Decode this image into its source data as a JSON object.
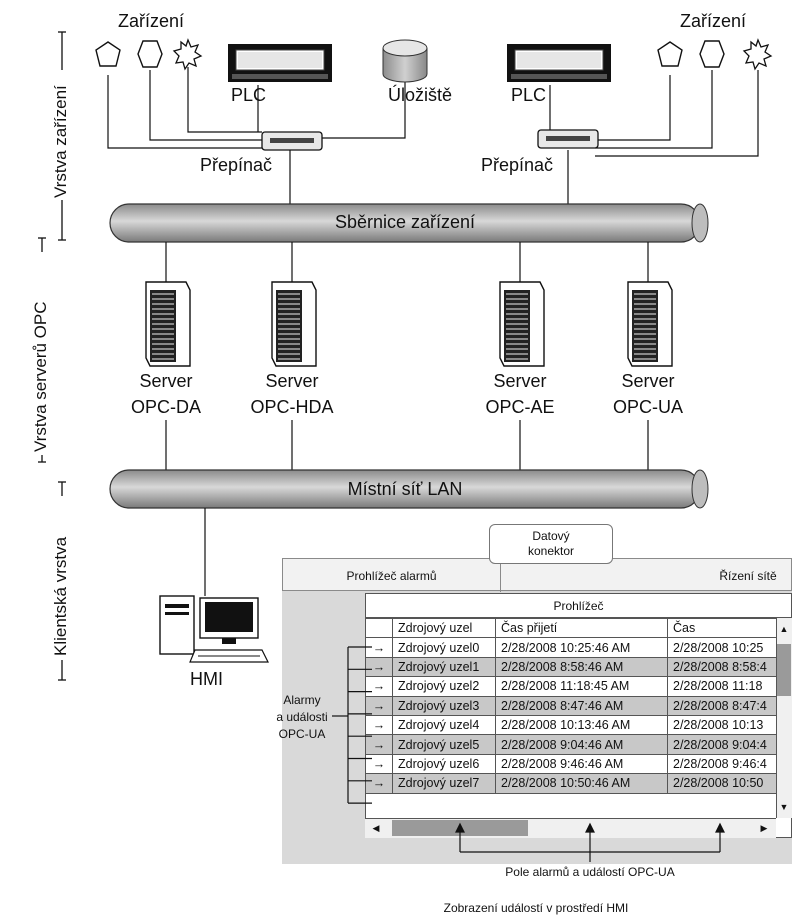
{
  "device_labels": {
    "zarizeni_left": "Zařízení",
    "zarizeni_right": "Zařízení",
    "plc_left": "PLC",
    "plc_right": "PLC",
    "storage": "Úložiště",
    "switch_left": "Přepínač",
    "switch_right": "Přepínač"
  },
  "buses": {
    "device_bus": "Sběrnice zařízení",
    "lan": "Místní síť LAN"
  },
  "servers": [
    {
      "line1": "Server",
      "line2": "OPC-DA"
    },
    {
      "line1": "Server",
      "line2": "OPC-HDA"
    },
    {
      "line1": "Server",
      "line2": "OPC-AE"
    },
    {
      "line1": "Server",
      "line2": "OPC-UA"
    }
  ],
  "layers": {
    "device_layer": "Vrstva zařízení",
    "server_layer": "Vrstva serverů OPC",
    "client_layer": "Klientská vrstva"
  },
  "client": {
    "hmi": "HMI"
  },
  "hmi_window": {
    "connector_line1": "Datový",
    "connector_line2": "konektor",
    "tab_alarms": "Prohlížeč alarmů",
    "tab_network": "Řízení sítě",
    "browser_title": "Prohlížeč",
    "columns": [
      "Zdrojový uzel",
      "Čas přijetí",
      "Čas"
    ],
    "rows": [
      [
        "Zdrojový uzel0",
        "2/28/2008 10:25:46 AM",
        "2/28/2008 10:25"
      ],
      [
        "Zdrojový uzel1",
        "2/28/2008 8:58:46 AM",
        "2/28/2008 8:58:4"
      ],
      [
        "Zdrojový uzel2",
        "2/28/2008 11:18:45 AM",
        "2/28/2008 11:18"
      ],
      [
        "Zdrojový uzel3",
        "2/28/2008 8:47:46 AM",
        "2/28/2008 8:47:4"
      ],
      [
        "Zdrojový uzel4",
        "2/28/2008 10:13:46 AM",
        "2/28/2008 10:13"
      ],
      [
        "Zdrojový uzel5",
        "2/28/2008 9:04:46 AM",
        "2/28/2008 9:04:4"
      ],
      [
        "Zdrojový uzel6",
        "2/28/2008 9:46:46 AM",
        "2/28/2008 9:46:4"
      ],
      [
        "Zdrojový uzel7",
        "2/28/2008 10:50:46 AM",
        "2/28/2008 10:50"
      ]
    ],
    "alarms_label_line1": "Alarmy",
    "alarms_label_line2": "a události",
    "alarms_label_line3": "OPC-UA",
    "field_label": "Pole alarmů a událostí OPC-UA",
    "caption": "Zobrazení událostí v prostředí HMI"
  }
}
